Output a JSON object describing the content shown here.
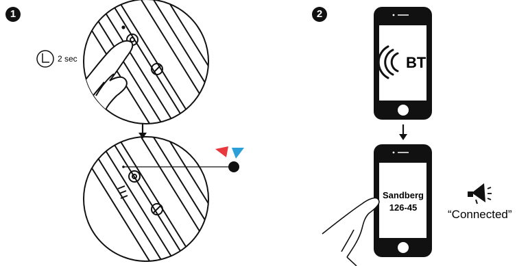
{
  "steps": [
    {
      "number": "1"
    },
    {
      "number": "2"
    }
  ],
  "timer": {
    "icon": "clock-icon",
    "text": "2 sec"
  },
  "phone_bt": {
    "label": "BT",
    "icon": "bluetooth-waves-icon"
  },
  "phone_connected": {
    "device_name": "Sandberg",
    "device_model": "126-45"
  },
  "voice_prompt": {
    "icon": "speaker-icon",
    "text": "“Connected”"
  },
  "led_colors": {
    "red": "#e8383d",
    "blue": "#2a9fd8",
    "led": "#111111"
  }
}
